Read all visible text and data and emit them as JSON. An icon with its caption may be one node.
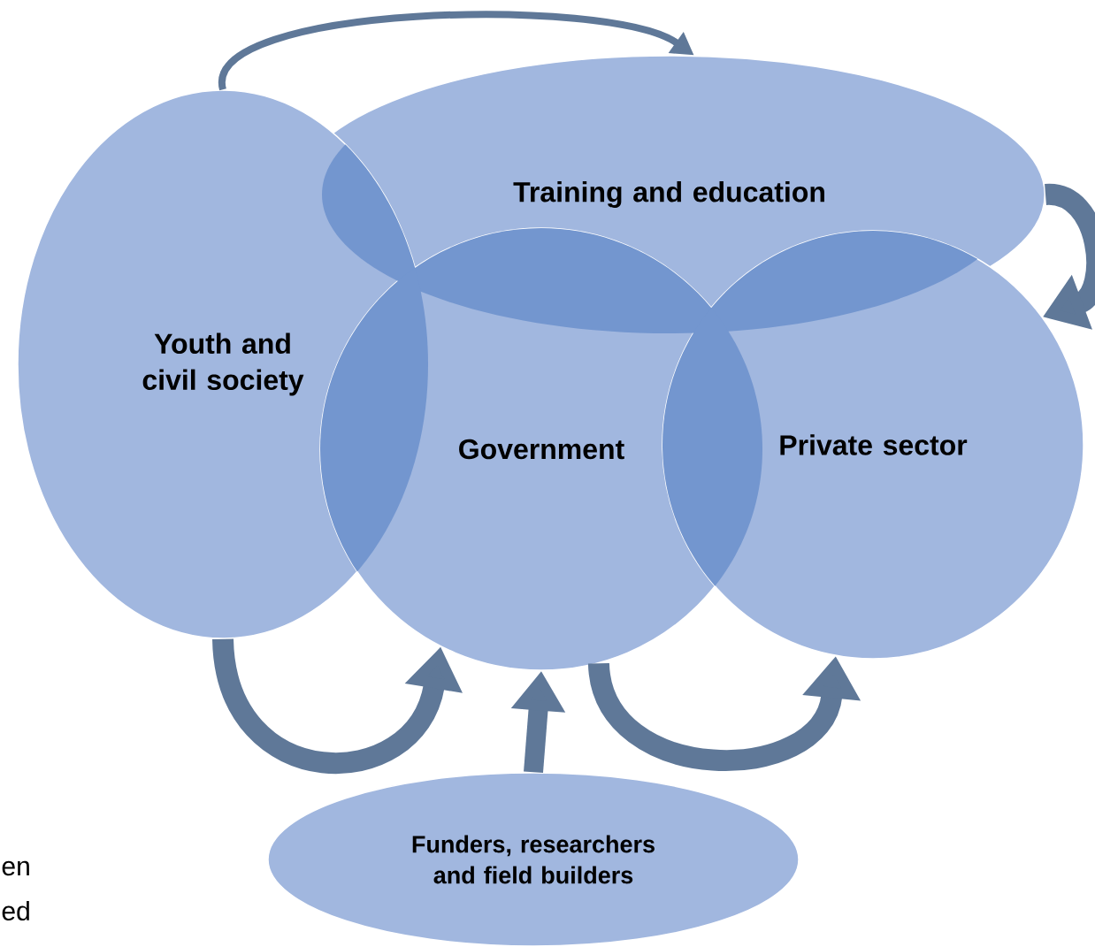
{
  "diagram": {
    "nodes": [
      {
        "text": [
          "Training and education"
        ]
      },
      {
        "text": [
          "Youth and civil society"
        ]
      },
      {
        "text": [
          "Government"
        ]
      },
      {
        "text": [
          "Private sector"
        ]
      },
      {
        "text": [
          "Funders, researchers and field builders"
        ]
      }
    ],
    "edges": [
      {
        "from": 1,
        "to": 0,
        "arrow": "to"
      },
      {
        "from": 0,
        "to": 3,
        "arrow": "to"
      },
      {
        "from": 1,
        "to": 2,
        "arrow": "to"
      },
      {
        "from": 2,
        "to": 3,
        "arrow": "to"
      },
      {
        "from": 4,
        "to": 2,
        "arrow": "to"
      }
    ],
    "labels": [
      "en",
      "ed"
    ]
  }
}
